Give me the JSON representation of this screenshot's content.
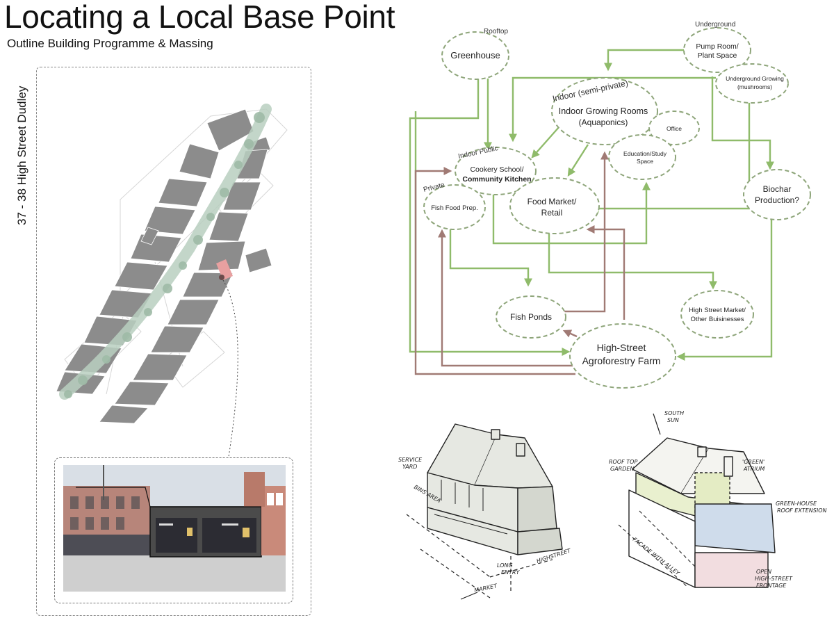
{
  "header": {
    "title": "Locating a Local Base Point",
    "subtitle": "Outline Building Programme & Massing"
  },
  "site": {
    "address_label": "37 - 38 High Street Dudley"
  },
  "colors": {
    "green_arrow": "#8fbb6a",
    "brown_arrow": "#a07a74",
    "ellipse_stroke": "#8ea57a",
    "building_grey": "#8c8c8c",
    "street_green": "#b9cfc0",
    "site_highlight": "#e8a0a0"
  },
  "flow": {
    "groups": {
      "rooftop": "Rooftop",
      "underground": "Underground",
      "indoor_semi_private": "Indoor (semi-private)",
      "indoor_public": "Indoor Public",
      "private": "Private"
    },
    "nodes": {
      "greenhouse": "Greenhouse",
      "pump_room_1": "Pump Room/",
      "pump_room_2": "Plant Space",
      "underground_growing_1": "Underground Growing",
      "underground_growing_2": "(mushrooms)",
      "indoor_growing_1": "Indoor Growing Rooms",
      "indoor_growing_2": "(Aquaponics)",
      "office": "Office",
      "education_1": "Education/Study",
      "education_2": "Space",
      "cookery_1": "Cookery School/",
      "cookery_2": "Community Kitchen",
      "fish_food": "Fish Food Prep.",
      "food_market_1": "Food Market/",
      "food_market_2": "Retail",
      "biochar_1": "Biochar",
      "biochar_2": "Production?",
      "fish_ponds": "Fish Ponds",
      "high_street_market_1": "High Street Market/",
      "high_street_market_2": "Other Buisinesses",
      "agroforestry_1": "High-Street",
      "agroforestry_2": "Agroforestry Farm"
    }
  },
  "sketch_left": {
    "service_yard_1": "SERVICE",
    "service_yard_2": "YARD",
    "bins_area": "BINS AREA",
    "long_entry_1": "LONG",
    "long_entry_2": "ENTRY",
    "highstreet": "HIGHSTREET",
    "market": "MARKET"
  },
  "sketch_right": {
    "south_sun_1": "SOUTH",
    "south_sun_2": "SUN",
    "roof_top_garden_1": "ROOF TOP",
    "roof_top_garden_2": "GARDEN",
    "green_atrium_1": "'GREEN'",
    "green_atrium_2": "ATRIUM",
    "greenhouse_ext_1": "GREEN-HOUSE",
    "greenhouse_ext_2": "ROOF EXTENSION",
    "facade_alley": "FACADE WITH ALLEY",
    "open_frontage_1": "OPEN",
    "open_frontage_2": "HIGH-STREET",
    "open_frontage_3": "FRONTAGE"
  }
}
